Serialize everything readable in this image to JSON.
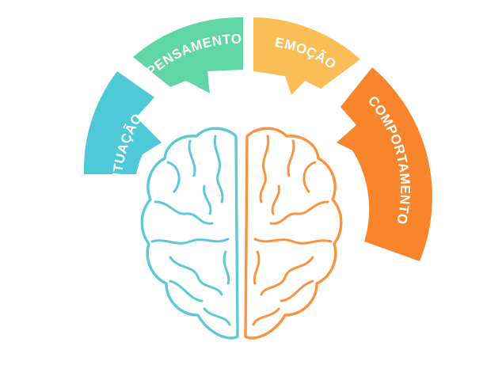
{
  "diagram": {
    "segments": [
      {
        "label": "SITUAÇÃO",
        "color": "#4fc8d8"
      },
      {
        "label": "PENSAMENTO",
        "color": "#5fd6a4"
      },
      {
        "label": "EMOÇÃO",
        "color": "#fbbd55"
      },
      {
        "label": "COMPORTAMENTO",
        "color": "#f8852b"
      }
    ],
    "brain": {
      "left_color": "#5ec8d6",
      "right_color": "#f89342"
    }
  }
}
